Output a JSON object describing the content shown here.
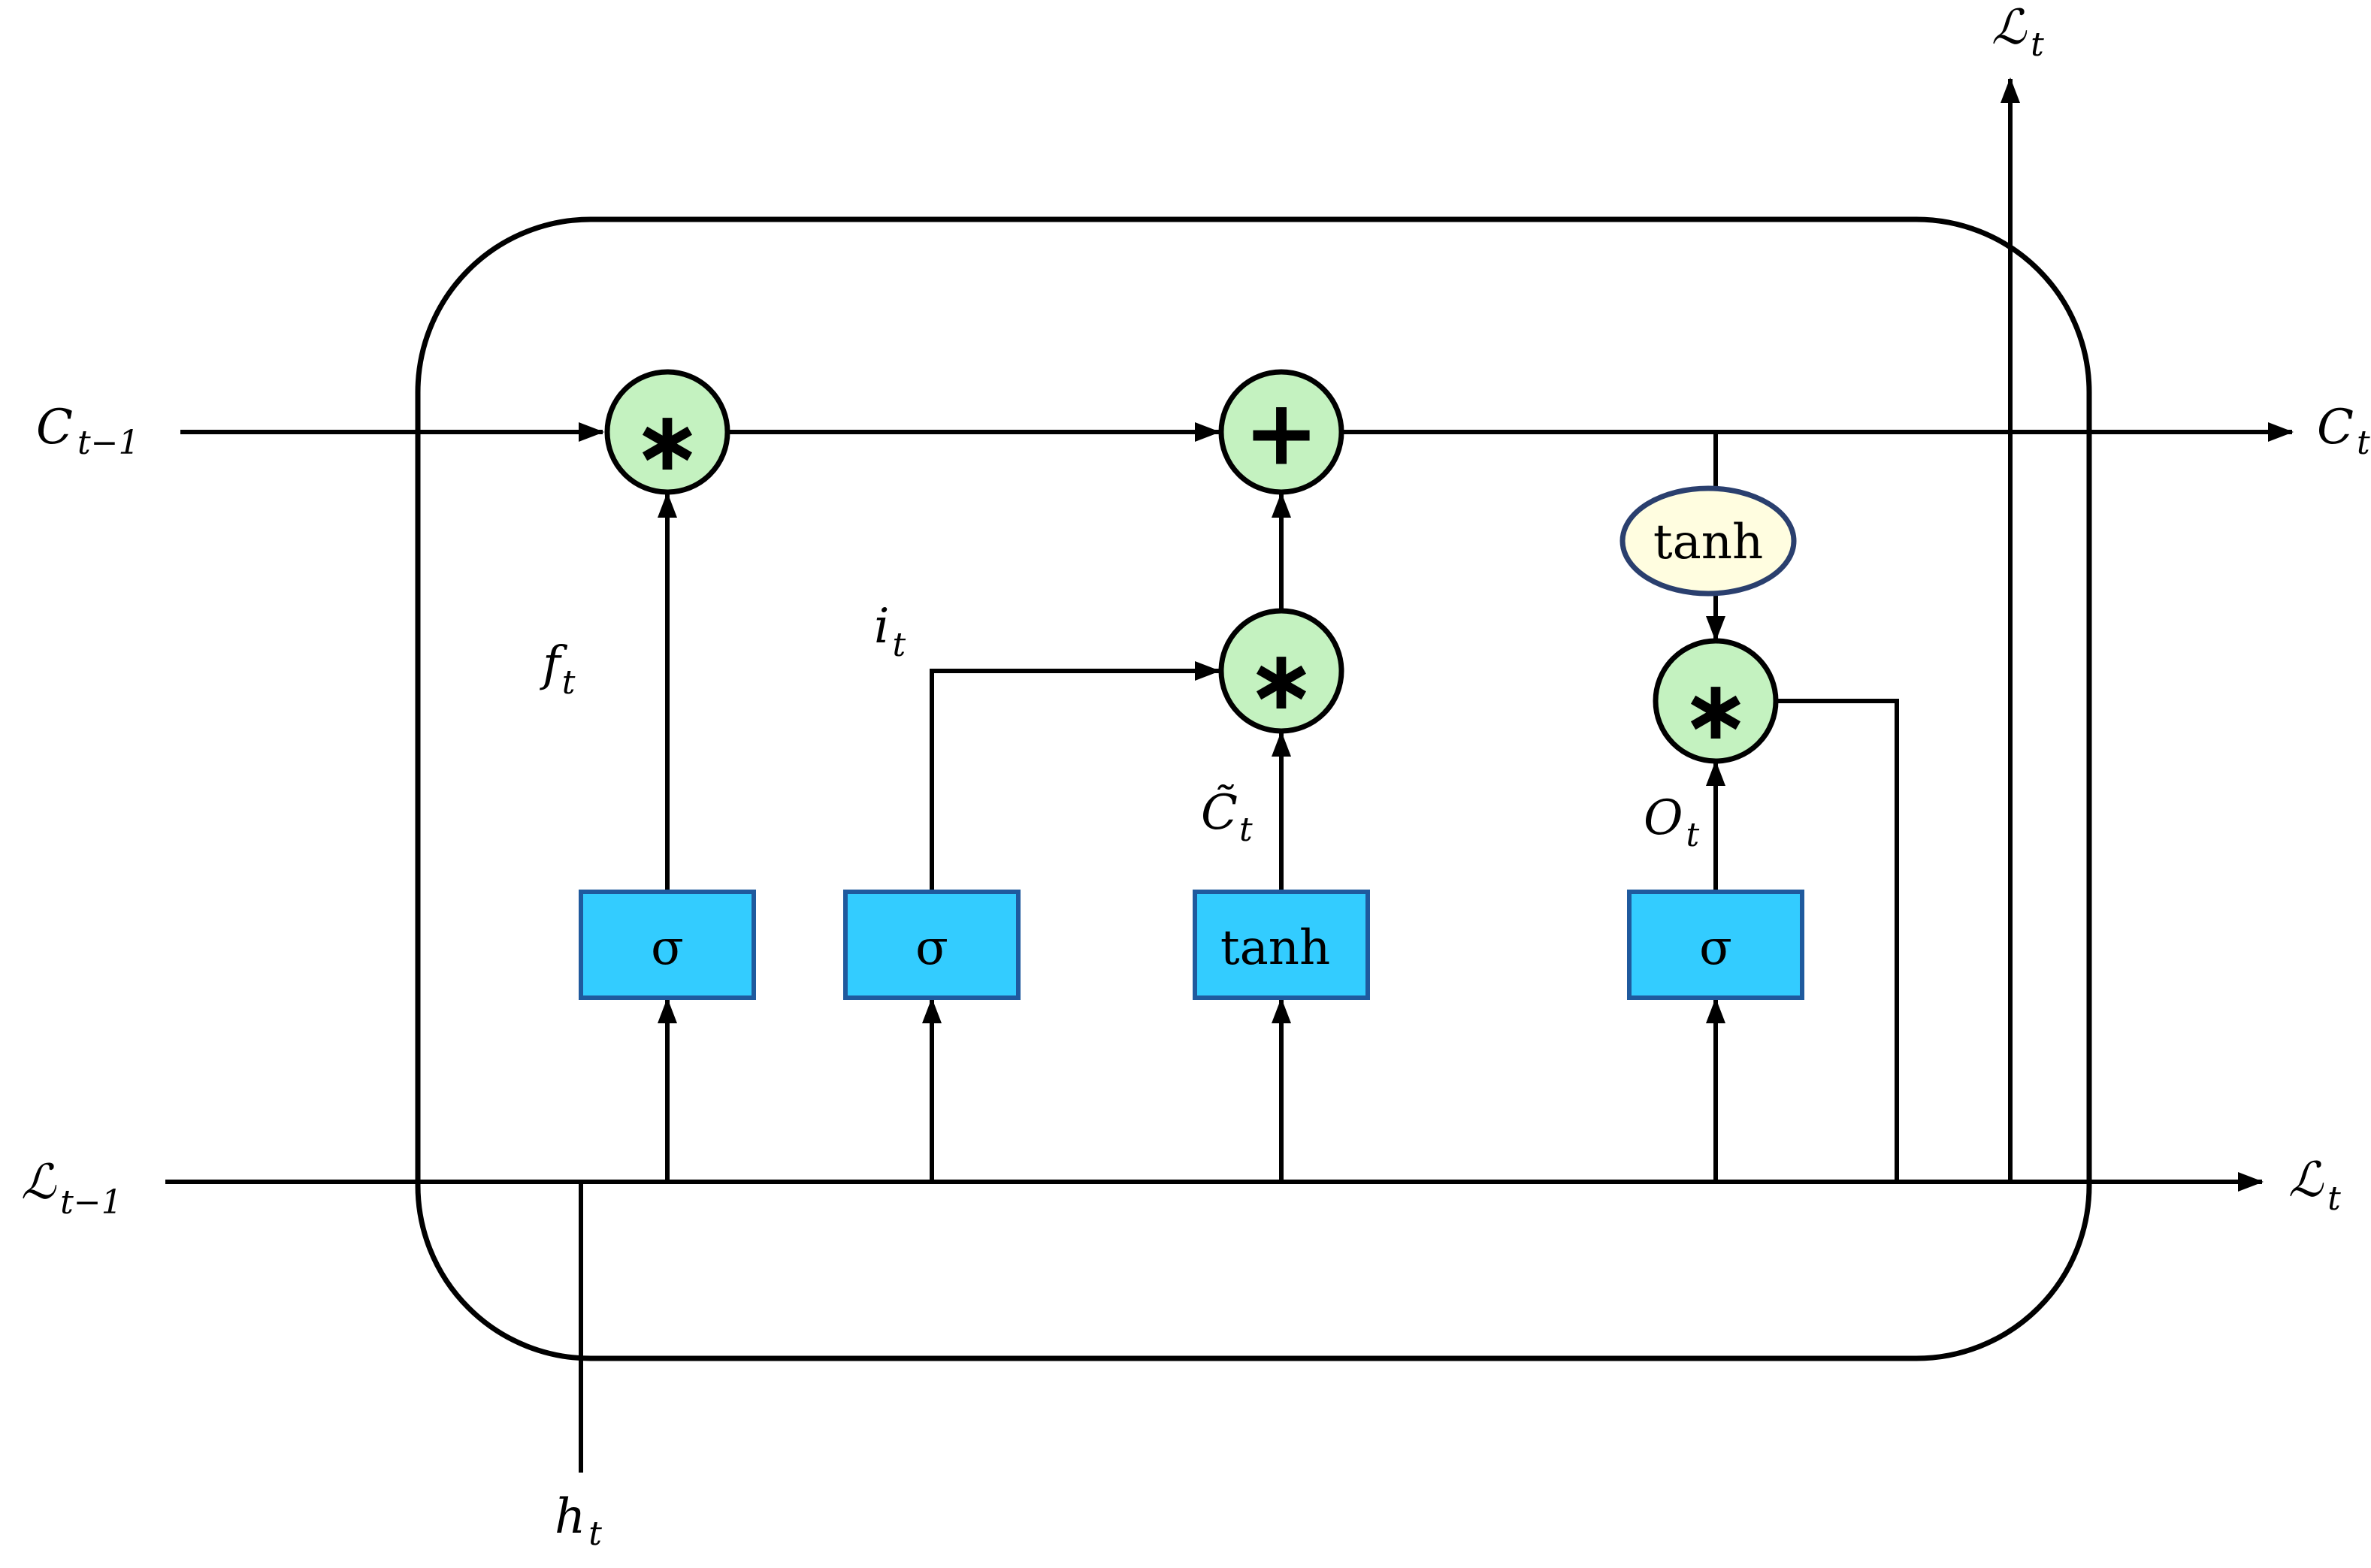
{
  "inputs": {
    "cell_prev": {
      "base": "C",
      "sub": "t−1"
    },
    "loss_prev": {
      "base": "ℒ",
      "sub": "t−1"
    },
    "hidden": {
      "base": "h",
      "sub": "t"
    }
  },
  "outputs": {
    "cell": {
      "base": "C",
      "sub": "t"
    },
    "loss_right": {
      "base": "ℒ",
      "sub": "t"
    },
    "loss_top": {
      "base": "ℒ",
      "sub": "t"
    }
  },
  "gate_labels": {
    "forget": {
      "base": "f",
      "sub": "t"
    },
    "input": {
      "base": "i",
      "sub": "t"
    },
    "candidate": {
      "base": "C̃",
      "sub": "t"
    },
    "output": {
      "base": "O",
      "sub": "t"
    }
  },
  "operators": {
    "multiply": "∗",
    "add": "+"
  },
  "activations": {
    "forget_gate": "σ",
    "input_gate": "σ",
    "candidate_gate": "tanh",
    "output_gate": "σ",
    "cell_tanh": "tanh"
  },
  "colors": {
    "gate_fill": "#33ccff",
    "gate_stroke": "#1f5a9e",
    "operator_fill": "#c4f2c0",
    "tanh_ellipse_fill": "#fffde0",
    "tanh_ellipse_stroke": "#2a3f6e",
    "line": "#000000"
  }
}
